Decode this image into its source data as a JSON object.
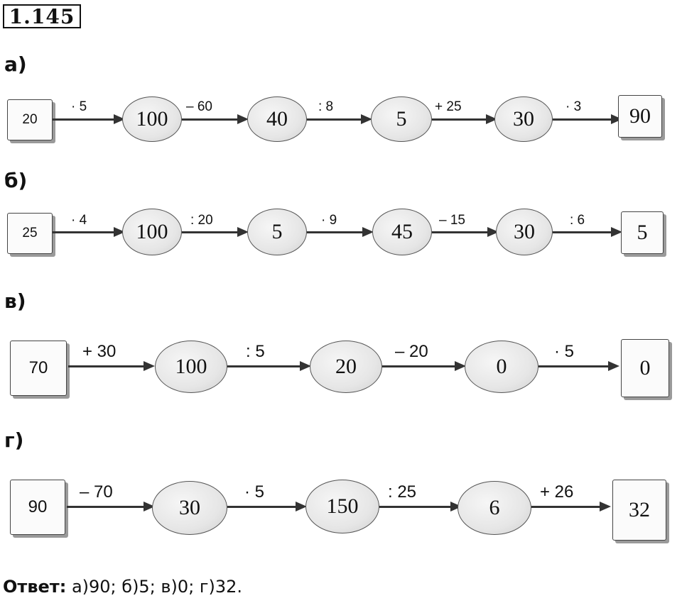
{
  "problem_number": "1.145",
  "parts": [
    {
      "label": "а)",
      "start": "20",
      "operations": [
        "· 5",
        "– 60",
        ": 8",
        "+ 25",
        "· 3"
      ],
      "intermediates": [
        "100",
        "40",
        "5",
        "30"
      ],
      "result": "90"
    },
    {
      "label": "б)",
      "start": "25",
      "operations": [
        "· 4",
        ": 20",
        "· 9",
        "– 15",
        ": 6"
      ],
      "intermediates": [
        "100",
        "5",
        "45",
        "30"
      ],
      "result": "5"
    },
    {
      "label": "в)",
      "start": "70",
      "operations": [
        "+ 30",
        ": 5",
        "– 20",
        "· 5"
      ],
      "intermediates": [
        "100",
        "20",
        "0"
      ],
      "result": "0"
    },
    {
      "label": "г)",
      "start": "90",
      "operations": [
        "– 70",
        "· 5",
        ": 25",
        "+ 26"
      ],
      "intermediates": [
        "30",
        "150",
        "6"
      ],
      "result": "32"
    }
  ],
  "answer": {
    "label": "Ответ:",
    "text": "а)90; б)5; в)0; г)32."
  }
}
